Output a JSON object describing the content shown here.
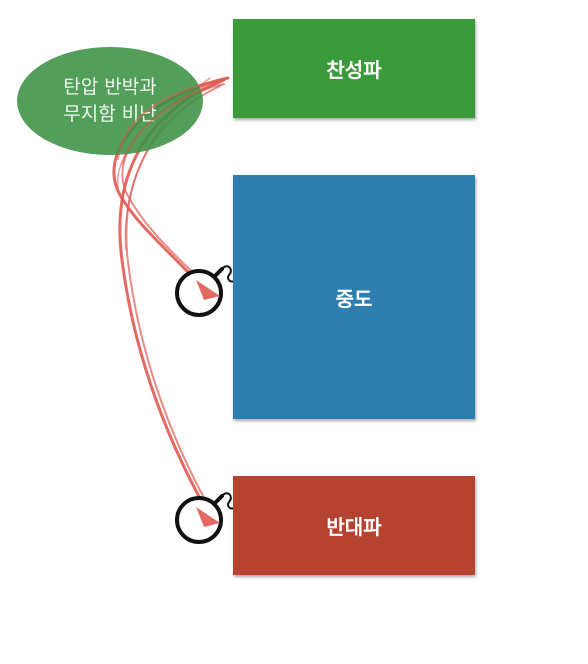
{
  "boxes": {
    "pro": {
      "label": "찬성파",
      "color": "#3a9a3c"
    },
    "middle": {
      "label": "중도",
      "color": "#2e7eb0"
    },
    "con": {
      "label": "반대파",
      "color": "#b5432f"
    }
  },
  "bubble": {
    "line1": "탄압 반박과",
    "line2": "무지함 비난",
    "color": "#3c9146"
  },
  "arrow_color": "#e05a52",
  "target_icon": "bomb-icon"
}
